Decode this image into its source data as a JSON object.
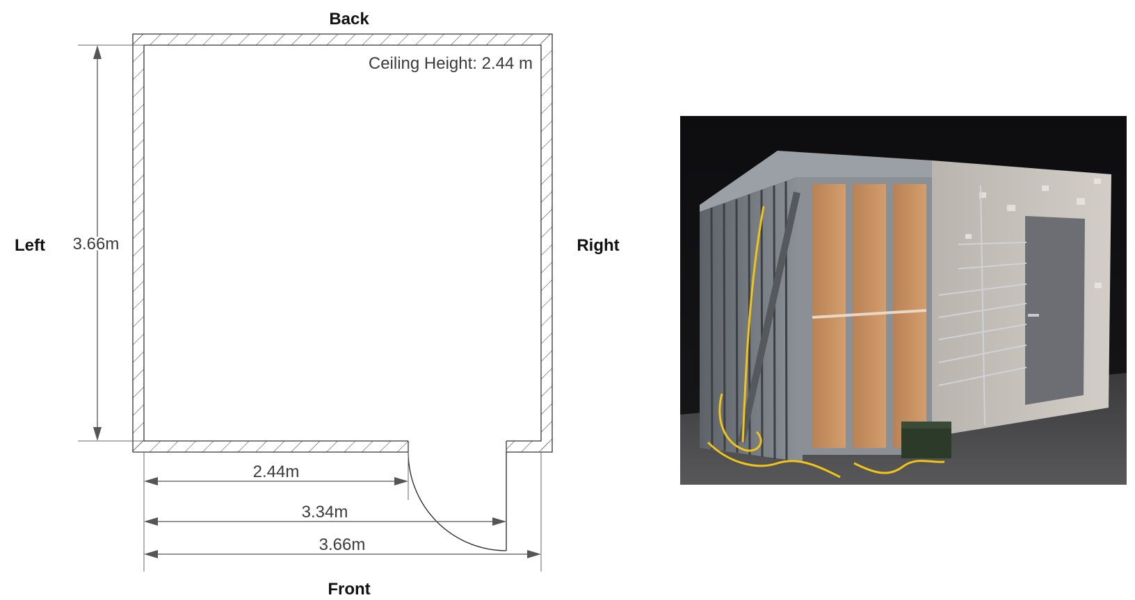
{
  "floor_plan": {
    "labels": {
      "back": "Back",
      "front": "Front",
      "left": "Left",
      "right": "Right"
    },
    "ceiling_height": "Ceiling Height: 2.44 m",
    "dimensions": {
      "depth": "3.66m",
      "door_start": "2.44m",
      "door_end": "3.34m",
      "width": "3.66m"
    }
  },
  "photo": {
    "subject": "test-room-photo"
  },
  "colors": {
    "line": "#444444",
    "wall_panel": "#c98f5e",
    "steel": "#8a9096",
    "drywall": "#cfcbc4",
    "door": "#6c6e73",
    "cable": "#f0c419"
  }
}
